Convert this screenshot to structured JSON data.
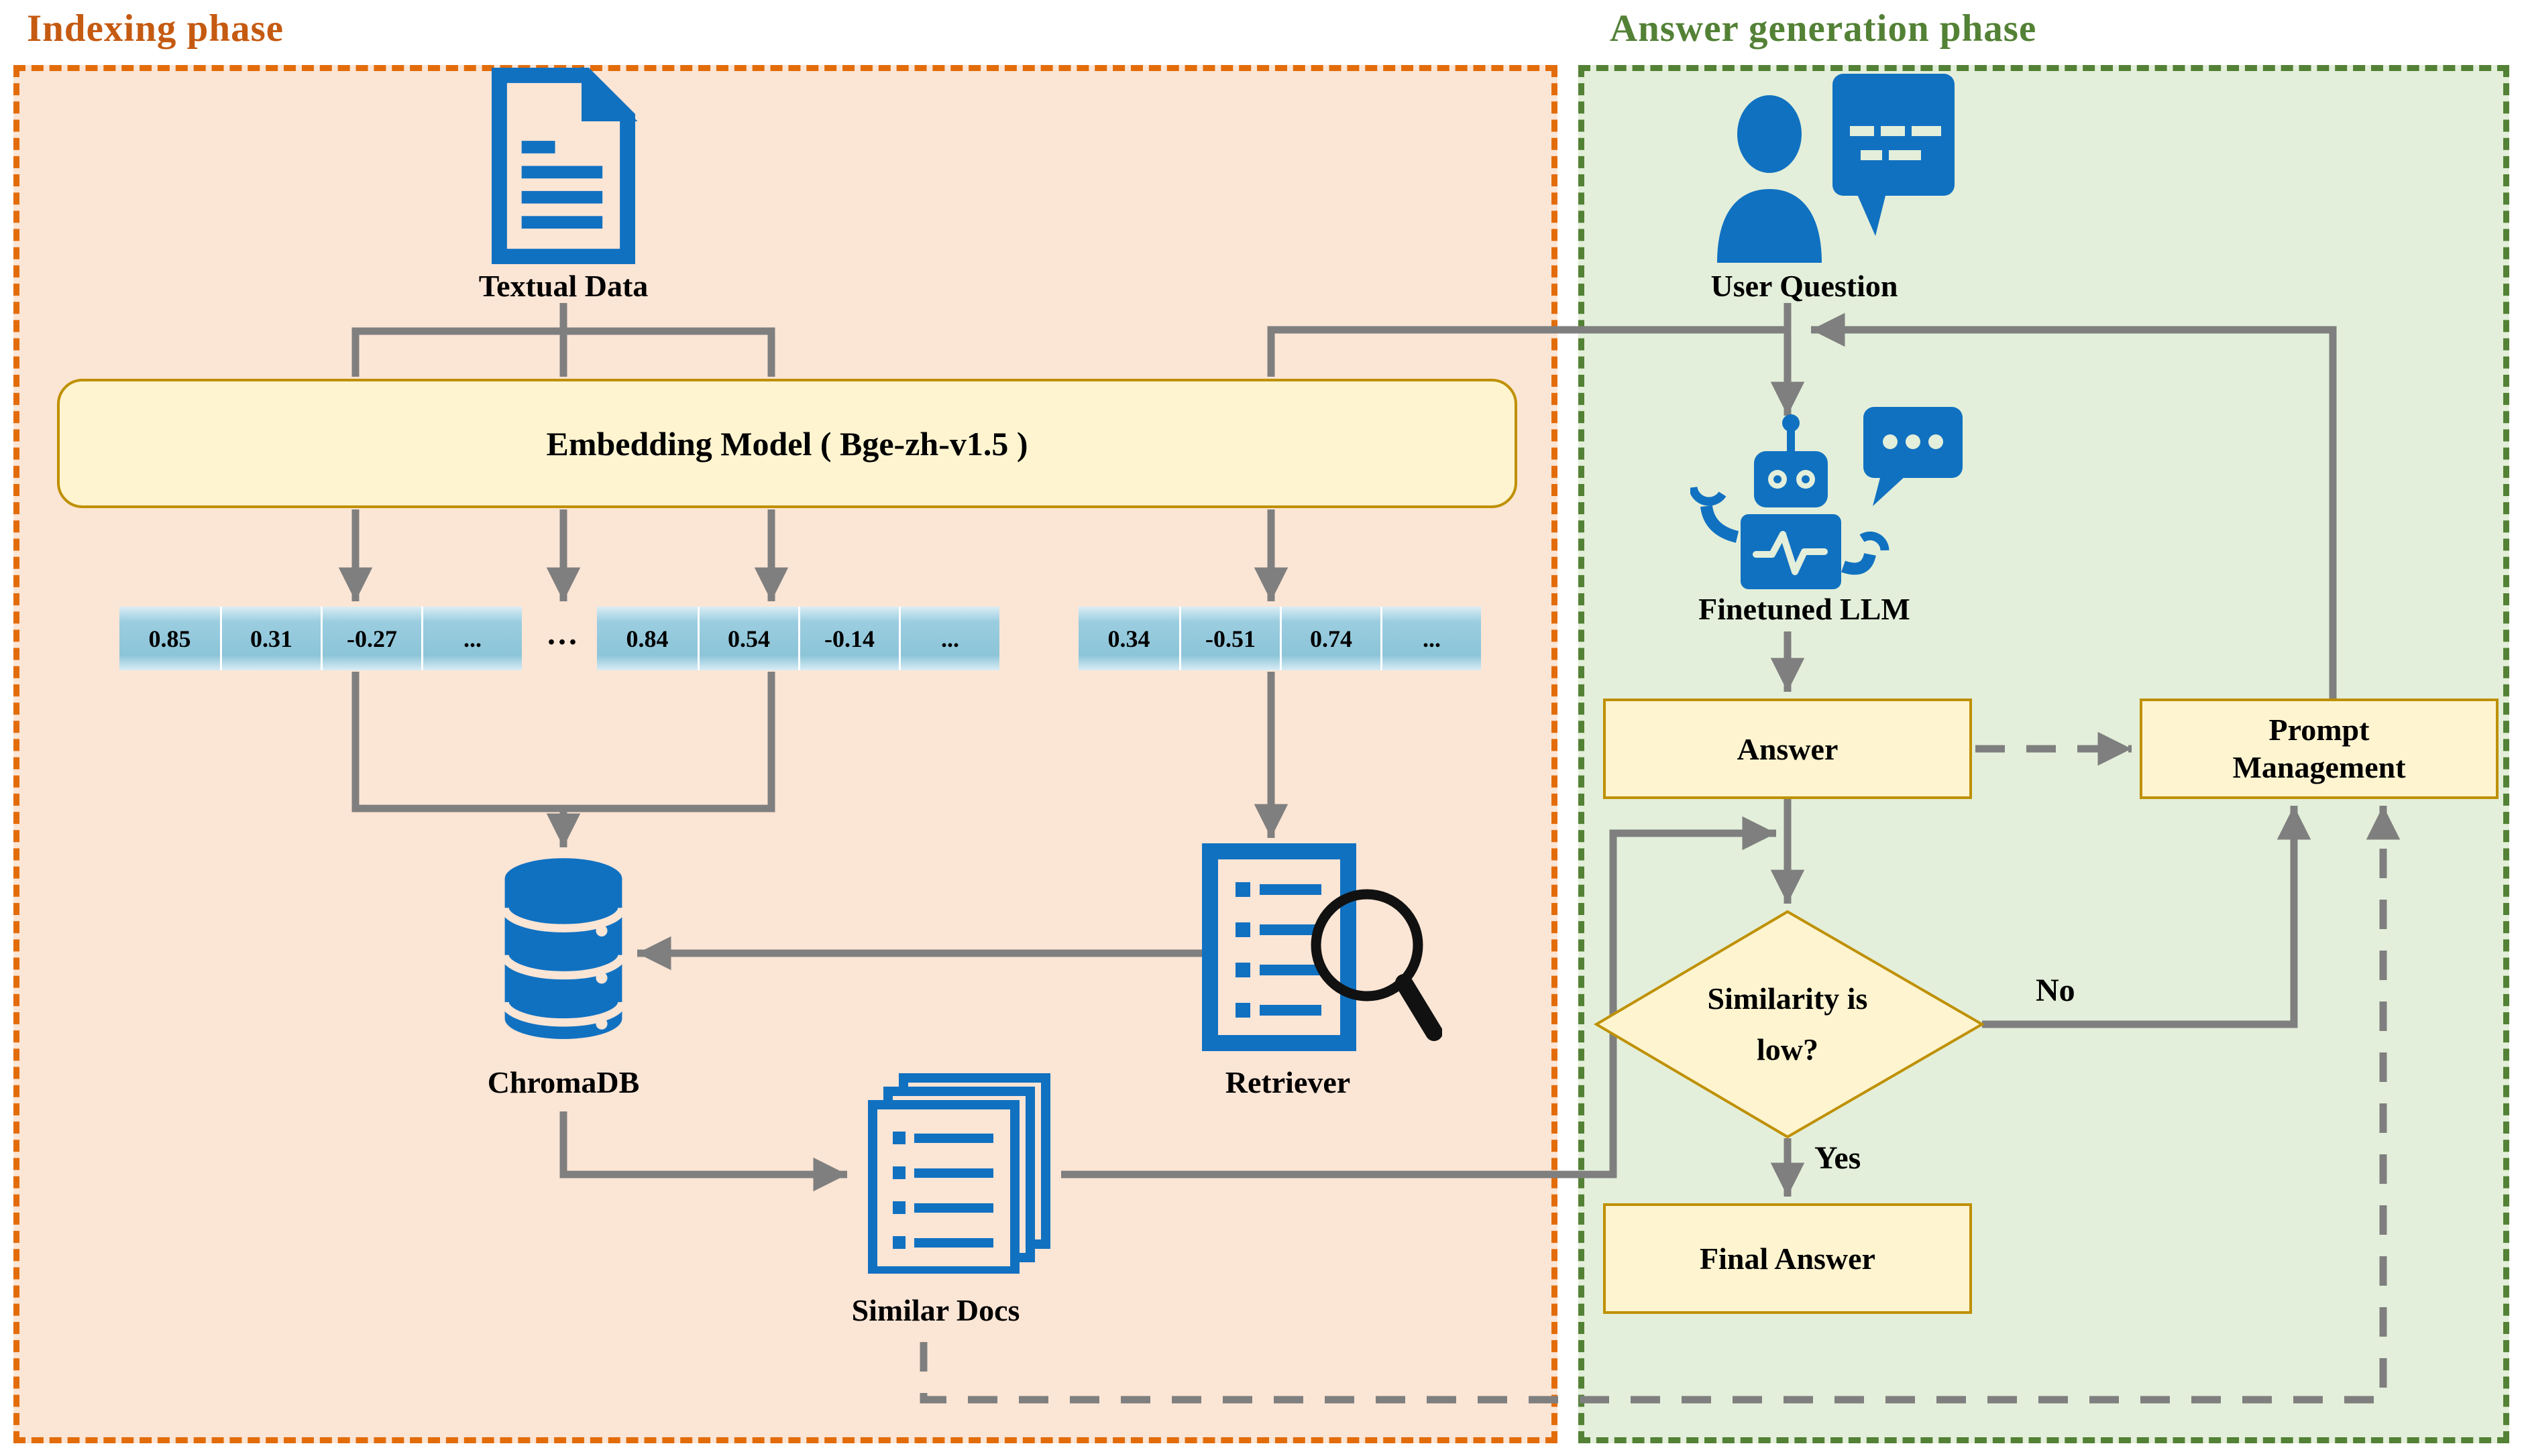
{
  "titles": {
    "indexing": "Indexing phase",
    "answer_gen": "Answer generation phase"
  },
  "indexing": {
    "textual_data": "Textual Data",
    "embedding_model": "Embedding Model ( Bge-zh-v1.5 )",
    "vector_row_1": [
      "0.85",
      "0.31",
      "-0.27",
      "..."
    ],
    "vector_row_2": [
      "0.84",
      "0.54",
      "-0.14",
      "..."
    ],
    "vector_row_3": [
      "0.34",
      "-0.51",
      "0.74",
      "..."
    ],
    "dots": "...",
    "chromadb": "ChromaDB",
    "retriever": "Retriever",
    "similar_docs": "Similar Docs"
  },
  "generation": {
    "user_question": "User Question",
    "finetuned_llm": "Finetuned LLM",
    "answer": "Answer",
    "prompt_line1": "Prompt",
    "prompt_line2": "Management",
    "decision_line1": "Similarity is",
    "decision_line2": "low?",
    "edge_no": "No",
    "edge_yes": "Yes",
    "final_answer": "Final Answer"
  },
  "icons": {
    "textual_data": "document-icon",
    "user_question": "person-chat-icon",
    "finetuned_llm": "robot-chat-icon",
    "chromadb": "database-icon",
    "retriever": "document-search-icon",
    "similar_docs": "stacked-documents-icon"
  },
  "colors": {
    "indexing_bg": "#FBE5D5",
    "indexing_border": "#E36C0A",
    "indexing_title": "#C55A11",
    "generation_bg": "#E3EFDA",
    "generation_border": "#538135",
    "generation_title": "#538135",
    "node_fill": "#FEF4D0",
    "node_border": "#BF9000",
    "icon_blue": "#1171C1",
    "connector_gray": "#7F7F7F",
    "vector_cell_blue": "#93C9DC",
    "magnifier_black": "#111111"
  }
}
